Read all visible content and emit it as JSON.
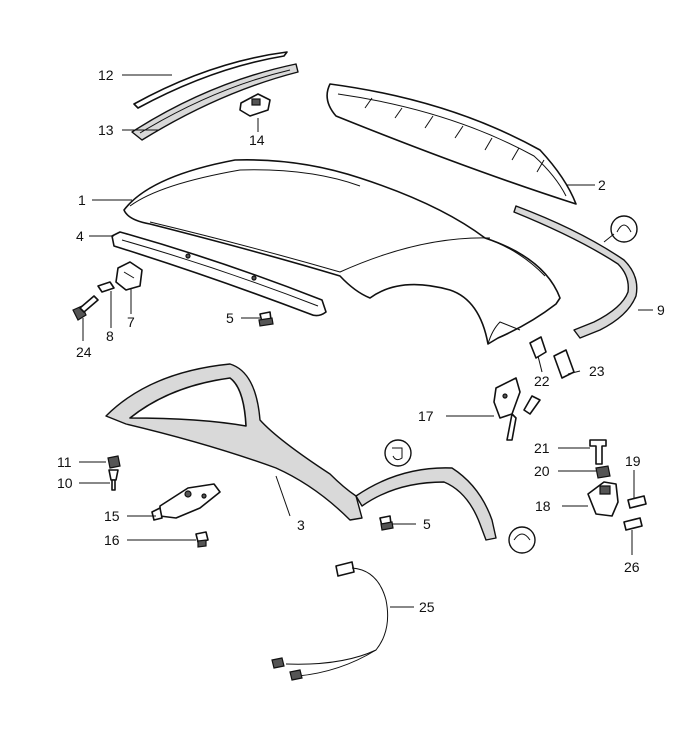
{
  "diagram": {
    "callouts": [
      {
        "id": "c1",
        "label": "1"
      },
      {
        "id": "c2",
        "label": "2"
      },
      {
        "id": "c3",
        "label": "3"
      },
      {
        "id": "c4",
        "label": "4"
      },
      {
        "id": "c5a",
        "label": "5"
      },
      {
        "id": "c5b",
        "label": "5"
      },
      {
        "id": "c7",
        "label": "7"
      },
      {
        "id": "c8",
        "label": "8"
      },
      {
        "id": "c9",
        "label": "9"
      },
      {
        "id": "c10",
        "label": "10"
      },
      {
        "id": "c11",
        "label": "11"
      },
      {
        "id": "c12",
        "label": "12"
      },
      {
        "id": "c13",
        "label": "13"
      },
      {
        "id": "c14",
        "label": "14"
      },
      {
        "id": "c15",
        "label": "15"
      },
      {
        "id": "c16",
        "label": "16"
      },
      {
        "id": "c17",
        "label": "17"
      },
      {
        "id": "c18",
        "label": "18"
      },
      {
        "id": "c19",
        "label": "19"
      },
      {
        "id": "c20",
        "label": "20"
      },
      {
        "id": "c21",
        "label": "21"
      },
      {
        "id": "c22",
        "label": "22"
      },
      {
        "id": "c23",
        "label": "23"
      },
      {
        "id": "c24",
        "label": "24"
      },
      {
        "id": "c25",
        "label": "25"
      },
      {
        "id": "c26",
        "label": "26"
      }
    ]
  }
}
